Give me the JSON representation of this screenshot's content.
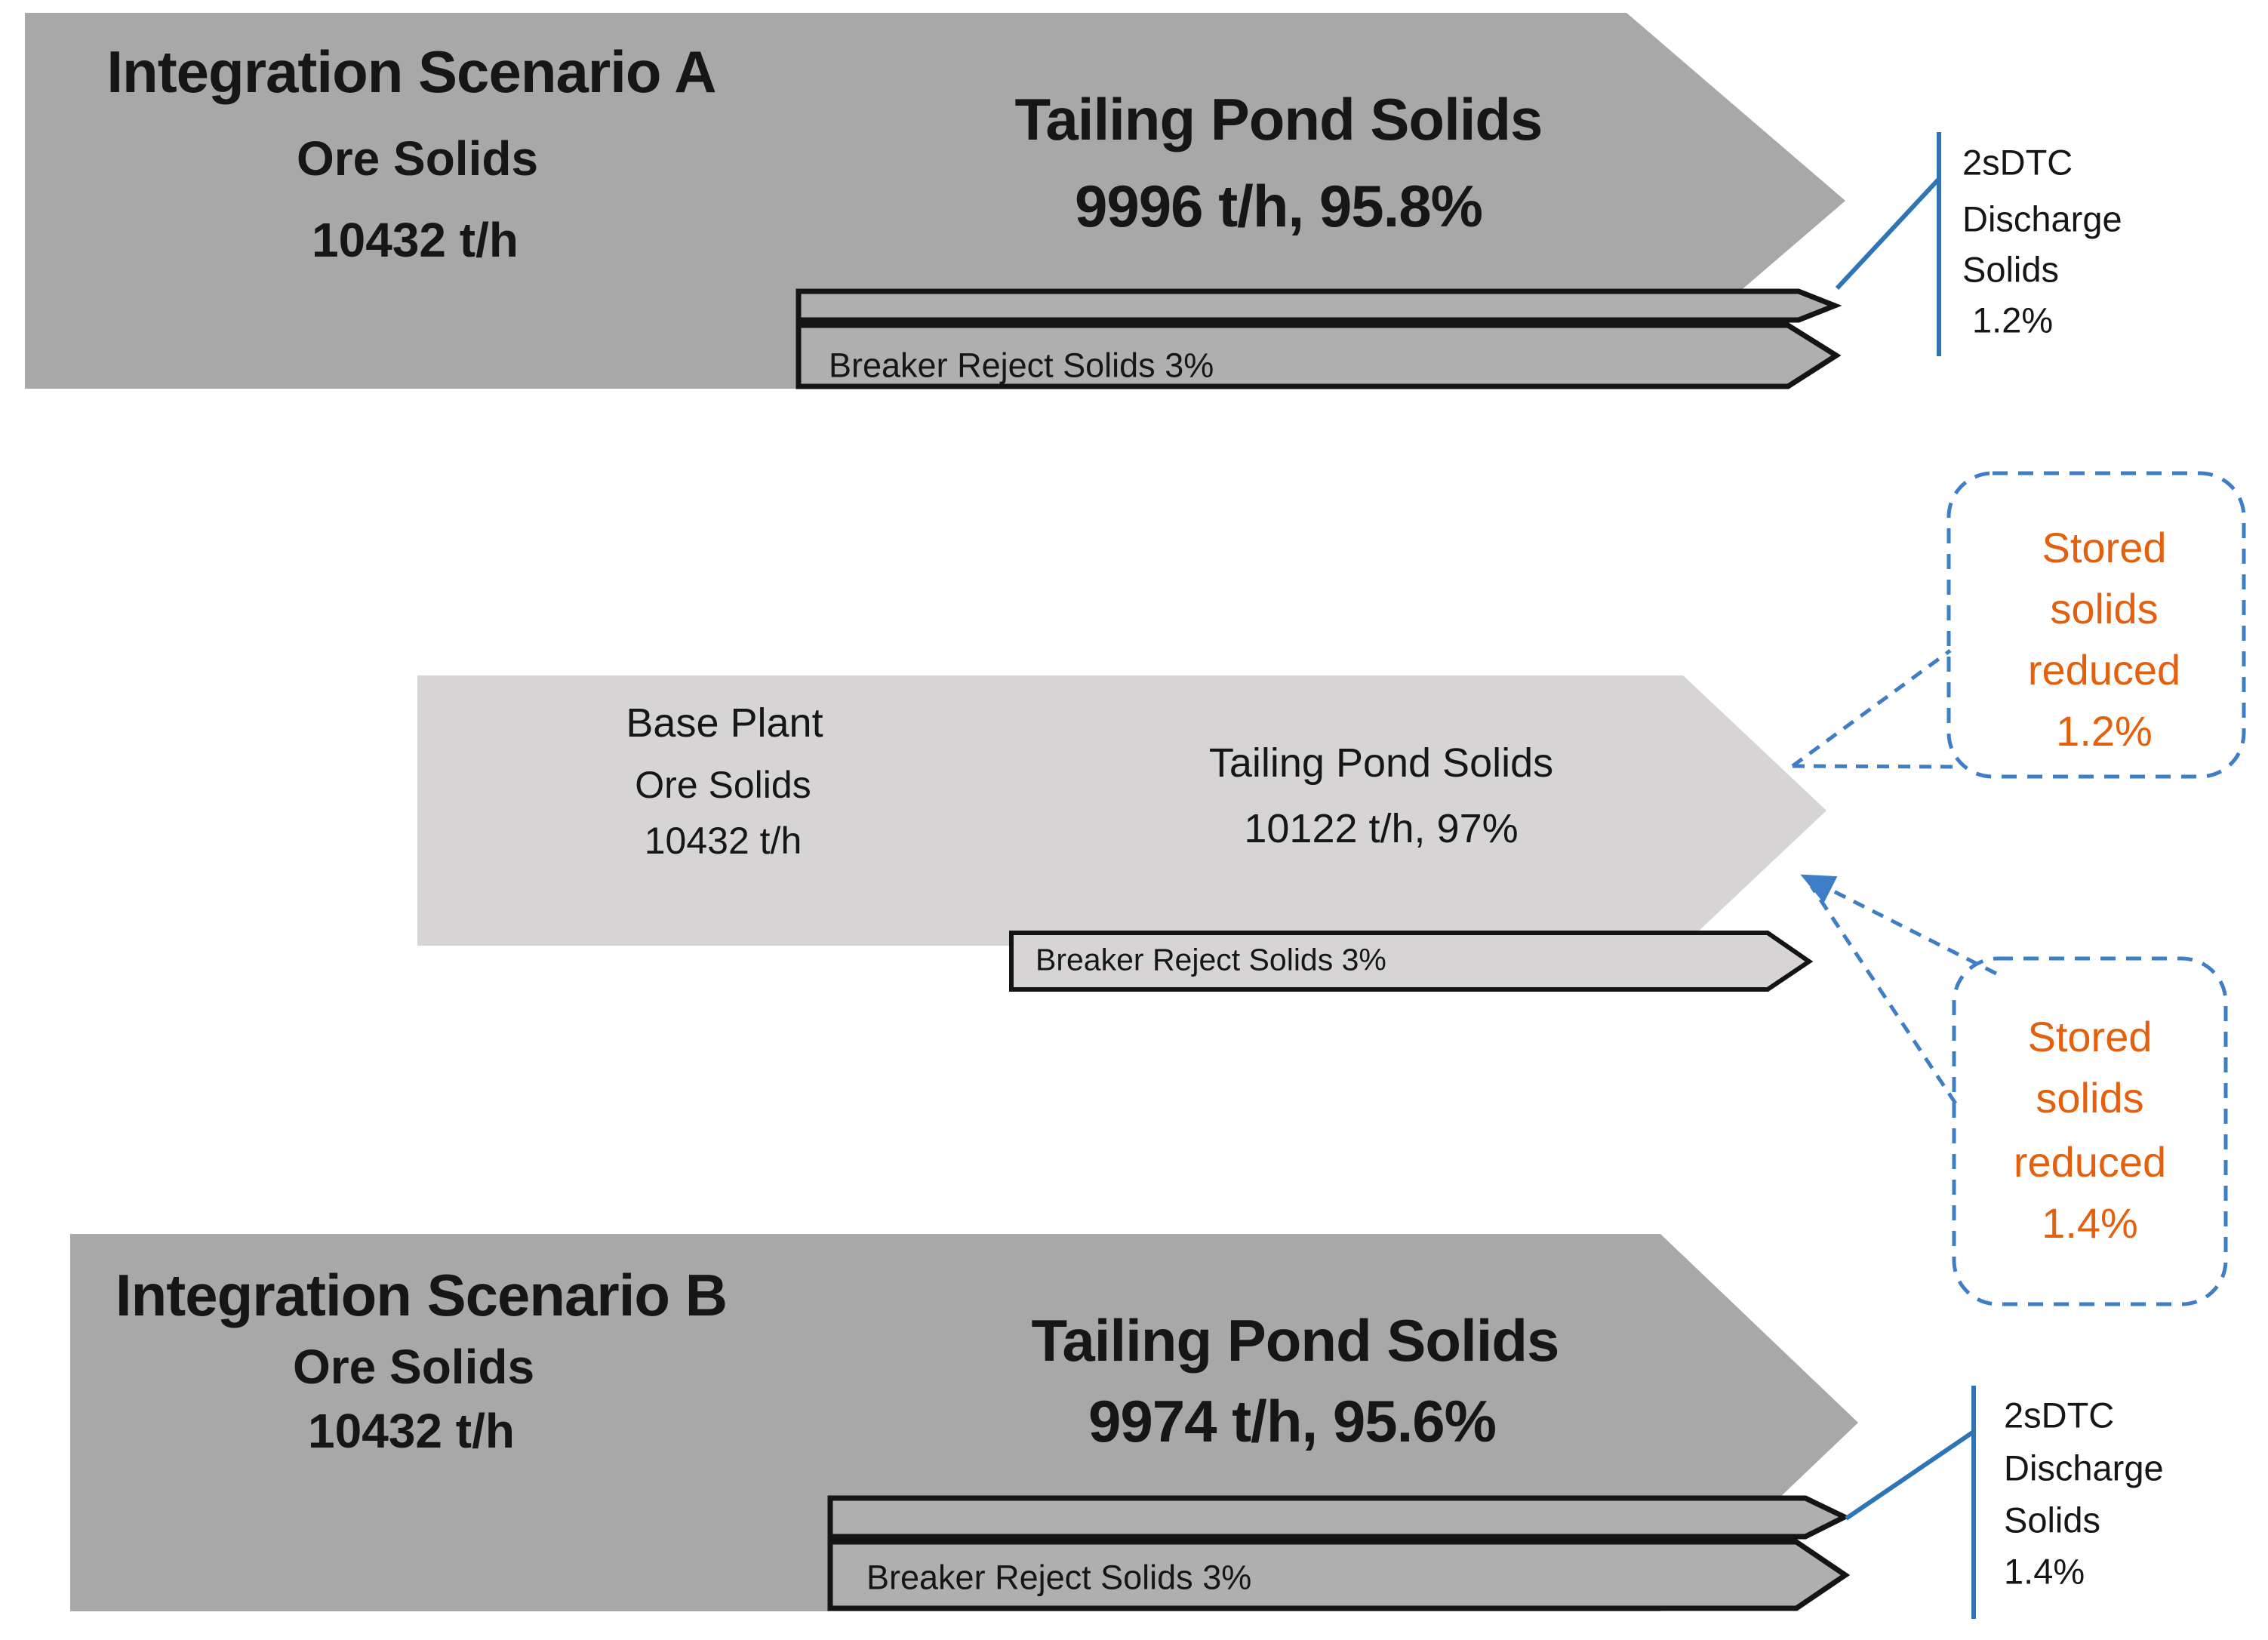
{
  "colors": {
    "arrow_gray": "#A9A8A8",
    "thin_arrow_gray": "#B0AFAF",
    "base_plant_gray": "#D6D4D4",
    "outline_black": "#141414",
    "callout_blue_solid": "#2E75B6",
    "callout_blue_dashed": "#3E7EC6",
    "highlight_orange": "#E4600D"
  },
  "scenario_a": {
    "title": "Integration Scenario A",
    "source_label": "Ore Solids",
    "source_value": "10432 t/h",
    "flow_label": "Tailing Pond Solids",
    "flow_value": "9996 t/h, 95.8%",
    "breaker_label": "Breaker Reject Solids 3%",
    "discharge_lines": [
      "2sDTC",
      "Discharge",
      "Solids",
      "1.2%"
    ]
  },
  "base_plant": {
    "title": "Base Plant",
    "source_label": "Ore Solids",
    "source_value": "10432 t/h",
    "flow_label": "Tailing Pond Solids",
    "flow_value": "10122 t/h, 97%",
    "breaker_label": "Breaker Reject Solids 3%"
  },
  "scenario_b": {
    "title": "Integration Scenario B",
    "source_label": "Ore Solids",
    "source_value": "10432 t/h",
    "flow_label": "Tailing Pond Solids",
    "flow_value": "9974 t/h, 95.6%",
    "breaker_label": "Breaker Reject Solids 3%",
    "discharge_lines": [
      "2sDTC",
      "Discharge",
      "Solids",
      "1.4%"
    ]
  },
  "callout_reduced_a": {
    "lines": [
      "Stored",
      "solids",
      "reduced",
      "1.2%"
    ]
  },
  "callout_reduced_b": {
    "lines": [
      "Stored",
      "solids",
      "reduced",
      "1.4%"
    ]
  }
}
